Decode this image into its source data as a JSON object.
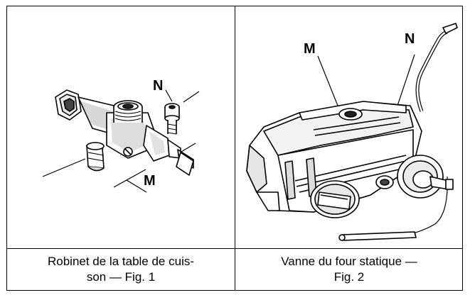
{
  "figure1": {
    "caption_line1": "Robinet de la table de cuis-",
    "caption_line2": "son — Fig. 1",
    "label_n": "N",
    "label_m": "M"
  },
  "figure2": {
    "caption_line1": "Vanne du four statique —",
    "caption_line2": "Fig. 2",
    "label_n": "N",
    "label_m": "M"
  }
}
